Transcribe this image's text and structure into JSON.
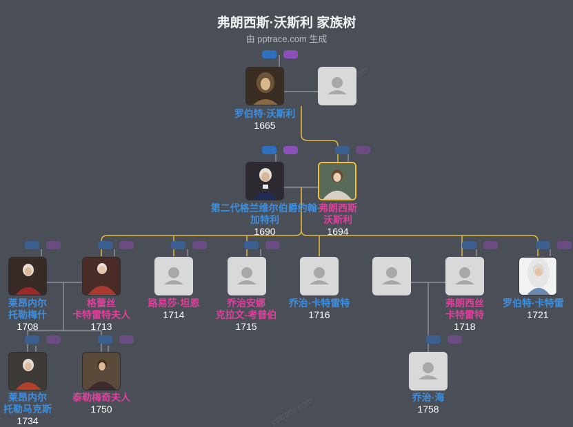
{
  "header": {
    "title": "弗朗西斯·沃斯利 家族树",
    "subtitle": "由 pptrace.com 生成"
  },
  "colors": {
    "background": "#4a4e57",
    "line_gray": "#9aa0aa",
    "line_gold": "#e8b93a",
    "male": "#3d8fe0",
    "female": "#e0409c",
    "focus_border": "#f0c13a"
  },
  "people": {
    "robert_worsley": {
      "name": "罗伯特·沃斯利",
      "year": "1665",
      "gender": "male"
    },
    "robert_spouse": {
      "name": "",
      "year": "",
      "gender": "female"
    },
    "john_carteret": {
      "name_line1": "第二代格兰维尔伯爵约翰·",
      "name_line2": "加特利",
      "year": "1690",
      "gender": "male"
    },
    "frances_worsley": {
      "name_line1": "弗朗西斯",
      "name_line2": "沃斯利",
      "year": "1694",
      "gender": "female"
    },
    "leveson_gower": {
      "name_line1": "莱昂内尔",
      "name_line2": "托勒梅什",
      "year": "1708",
      "gender": "male"
    },
    "grace_carteret": {
      "name_line1": "格蕾丝",
      "name_line2": "卡特雷特夫人",
      "year": "1713",
      "gender": "female"
    },
    "louisa_thynne": {
      "name": "路易莎·坦恩",
      "year": "1714",
      "gender": "female"
    },
    "georgiana": {
      "name_line1": "乔治安娜",
      "name_line2": "克拉文-考普伯",
      "year": "1715",
      "gender": "female"
    },
    "george_carteret": {
      "name": "乔治·卡特雷特",
      "year": "1716",
      "gender": "male"
    },
    "frances_spouse": {
      "name": "",
      "year": "",
      "gender": "male"
    },
    "frances_carteret": {
      "name_line1": "弗朗西丝",
      "name_line2": "卡特雷特",
      "year": "1718",
      "gender": "female"
    },
    "robert_carteret": {
      "name": "罗伯特·卡特雷",
      "year": "1721",
      "gender": "male"
    },
    "lionel_tollemache": {
      "name_line1": "莱昂内尔",
      "name_line2": "托勒马克斯",
      "year": "1734",
      "gender": "male"
    },
    "lady_tollemache": {
      "name": "泰勒梅奇夫人",
      "year": "1750",
      "gender": "female"
    },
    "george_hay": {
      "name": "乔治·海",
      "year": "1758",
      "gender": "male"
    }
  },
  "watermark_text": "pptrace.com"
}
